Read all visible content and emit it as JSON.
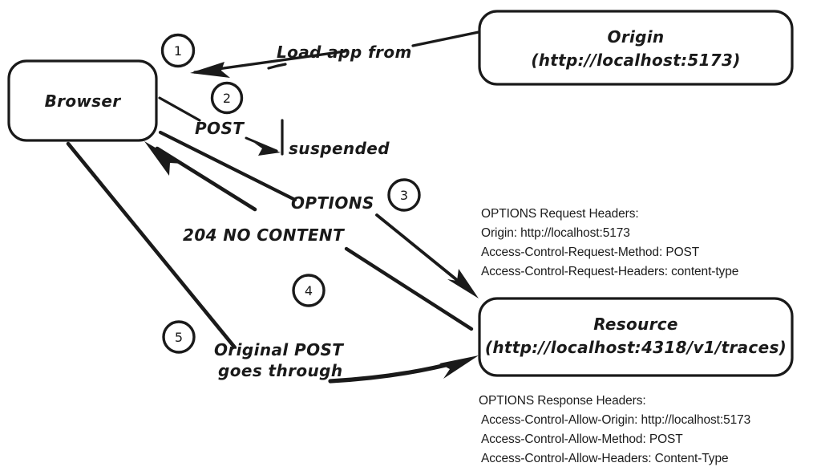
{
  "diagram": {
    "title": "CORS preflight flow",
    "nodes": [
      {
        "id": "browser",
        "line1": "Browser",
        "line2": ""
      },
      {
        "id": "origin",
        "line1": "Origin",
        "line2": "(http://localhost:5173)"
      },
      {
        "id": "resource",
        "line1": "Resource",
        "line2": "(http://localhost:4318/v1/traces)"
      }
    ],
    "steps": [
      {
        "number": "1",
        "label": "Load app from"
      },
      {
        "number": "2",
        "label": "POST"
      },
      {
        "number": "3",
        "label": "OPTIONS"
      },
      {
        "number": "4",
        "label": "204 NO CONTENT"
      },
      {
        "number": "5",
        "label_line1": "Original POST",
        "label_line2": "goes through"
      }
    ],
    "annotations": {
      "suspended": "suspended"
    },
    "request_headers": {
      "title": "OPTIONS Request Headers:",
      "lines": [
        "Origin: http://localhost:5173",
        "Access-Control-Request-Method: POST",
        "Access-Control-Request-Headers: content-type"
      ]
    },
    "response_headers": {
      "title": "OPTIONS Response Headers:",
      "lines": [
        "Access-Control-Allow-Origin: http://localhost:5173",
        "Access-Control-Allow-Method: POST",
        "Access-Control-Allow-Headers: Content-Type"
      ]
    },
    "colors": {
      "ink": "#1a1a1a",
      "background": "#ffffff",
      "body_text": "#1c1c1c"
    }
  }
}
